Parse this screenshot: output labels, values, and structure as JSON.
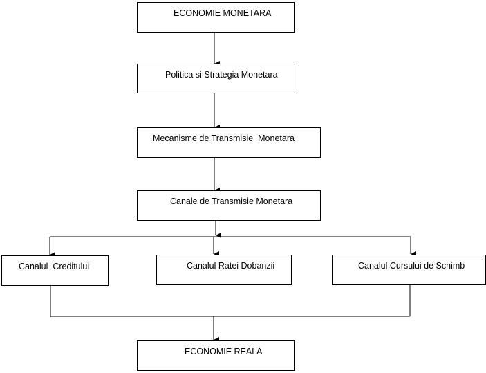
{
  "nodes": {
    "economie_monetara": "ECONOMIE MONETARA",
    "politica": "Politica si Strategia Monetara",
    "mecanisme": "Mecanisme de Transmisie  Monetara",
    "canale": "Canale de Transmisie Monetara",
    "canal_credit": "Canalul  Creditului",
    "canal_rata": "Canalul Ratei Dobanzii",
    "canal_curs": "Canalul Cursului de Schimb",
    "economie_reala": "ECONOMIE REALA"
  },
  "colors": {
    "line": "#000000",
    "background": "#ffffff"
  }
}
